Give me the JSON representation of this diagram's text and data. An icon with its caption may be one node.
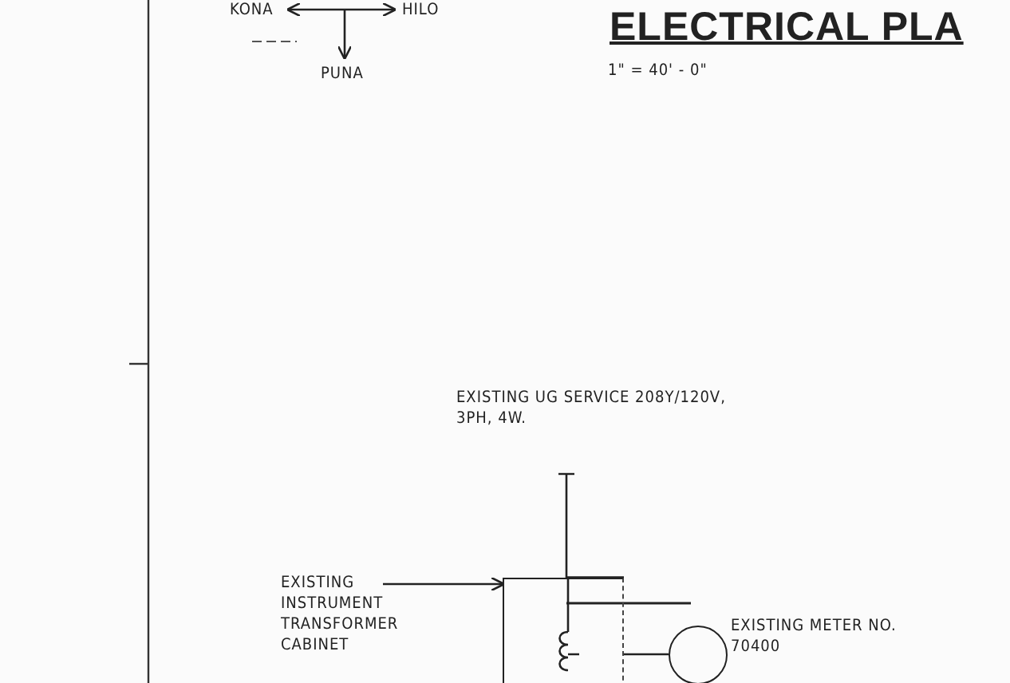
{
  "diagram": {
    "title": "ELECTRICAL PLA",
    "nodes": [
      {
        "text": [
          "EXISTING UG SERVICE 208Y/120V, 3PH, 4W."
        ]
      },
      {
        "text": [
          "EXISTING INSTRUMENT TRANSFORMER CABINET"
        ]
      },
      {
        "text": [],
        "shape": "box"
      },
      {
        "text": [],
        "shape": "circle",
        "beside": [
          "EXISTING METER NO. 70400"
        ]
      }
    ],
    "edges": [
      {
        "from": 0,
        "to": 2,
        "arrow": "none"
      },
      {
        "from": 1,
        "to": 2,
        "arrow": "to"
      },
      {
        "from": 2,
        "to": 3,
        "arrow": "none"
      }
    ],
    "labels": [
      "KONA",
      "HILO",
      "PUNA",
      "1\" = 40' - 0\""
    ]
  }
}
